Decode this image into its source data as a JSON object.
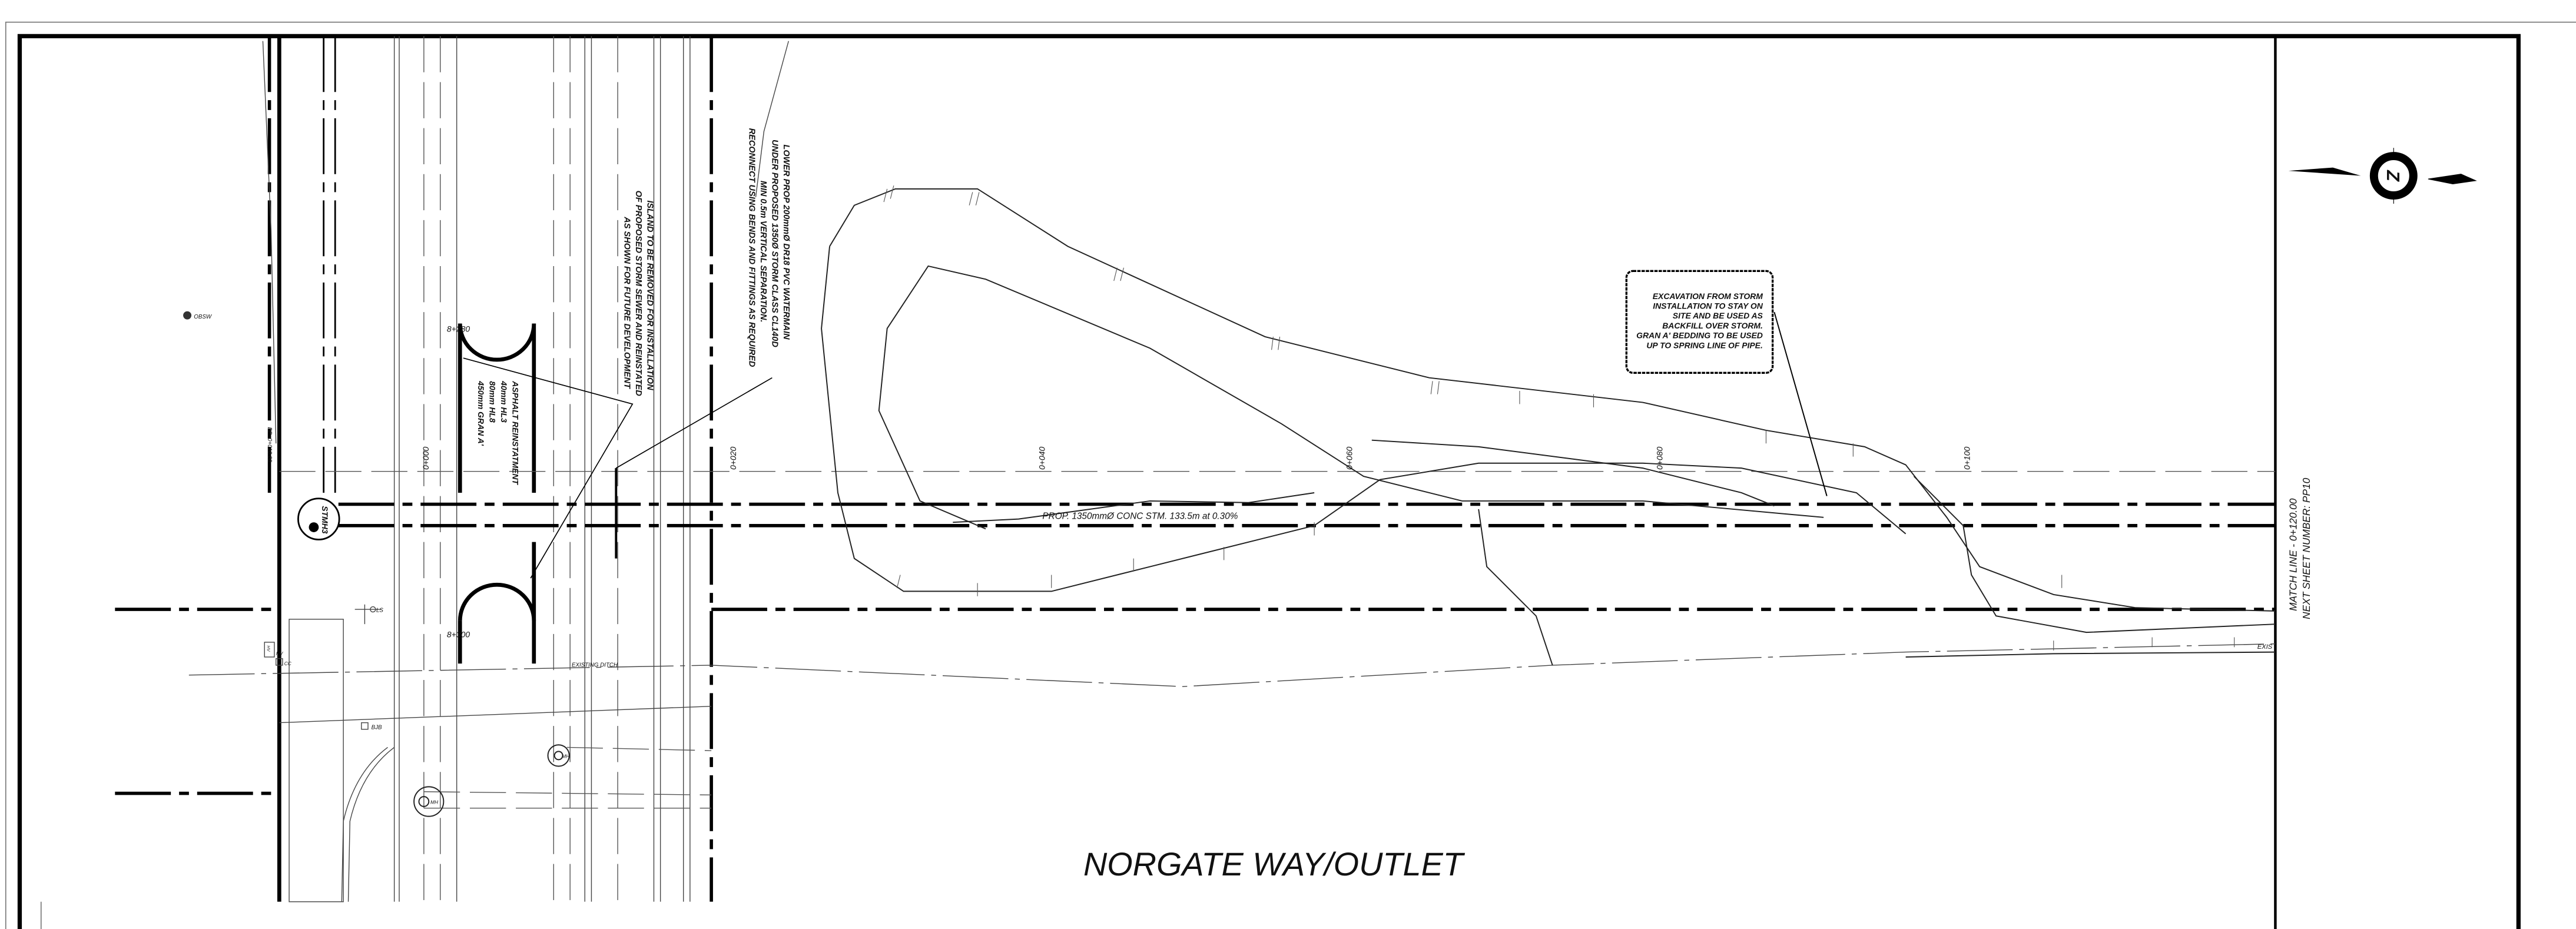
{
  "drawing": {
    "title": "NORGATE WAY/OUTLET",
    "pipe_label": "PROP. 1350mmØ CONC STM. 133.5m at 0.30%",
    "match_line": [
      "MATCH LINE - 0+120.00",
      "NEXT SHEET NUMBER: PP10"
    ],
    "stations": [
      "0+000",
      "0+020",
      "0+040",
      "0+060",
      "0+080",
      "0+100"
    ],
    "curb_stations": [
      "8+280",
      "8+300"
    ],
    "manhole_label": "STMH3",
    "north_arrow_letter": "Z",
    "notes": {
      "island": [
        "ISLAND TO BE REMOVED FOR INSTALLATION",
        "OF PROPOSED STORM SEWER AND REINSTATED",
        "AS SHOWN FOR FUTURE DEVELOPMENT"
      ],
      "watermain": [
        "LOWER PROP 200mmØ DR18 PVC WATERMAIN",
        "UNDER PROPOSED 1350Ø STORM CLASS CL140D",
        "MIN 0.5m VERTICAL SEPARATION.",
        "RECONNECT USING BENDS AND FITTINGS AS REQUIRED"
      ],
      "asphalt": [
        "ASPHALT REINSTATMENT",
        "40mm HL3",
        "80mm HL8",
        "450mm GRAN A'"
      ],
      "excavation": [
        "EXCAVATION FROM STORM",
        "INSTALLATION TO STAY ON",
        "SITE AND BE USED AS",
        "BACKFILL OVER STORM.",
        "GRAN A' BEDDING TO BE USED",
        "UP TO SPRING LINE OF PIPE."
      ]
    },
    "labels": {
      "obsw": "OBSW",
      "bp": "BP -0+010.00",
      "ls": "LS",
      "hv": "HV",
      "hv_box": "HV",
      "cc": "CC",
      "bjb": "BJB",
      "mh1": "MH",
      "mh2": "MH",
      "existing_ditch": "EXISTING  DITCH",
      "exis": "EXIS"
    }
  }
}
